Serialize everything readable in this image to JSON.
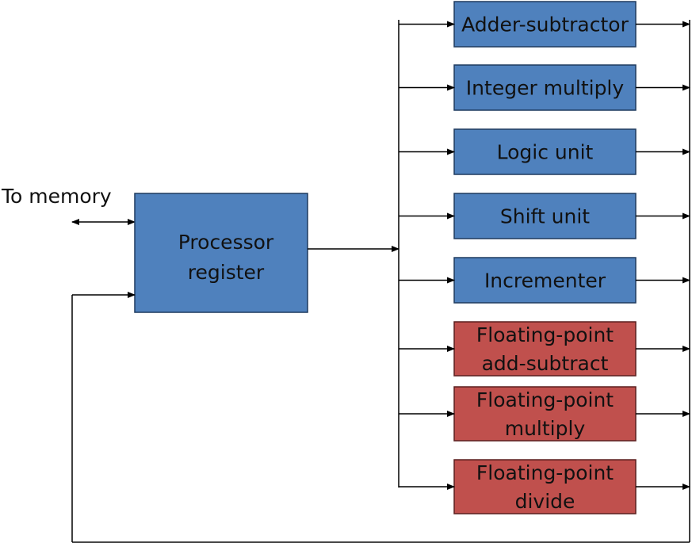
{
  "memory_label": "To memory",
  "register": {
    "lines": [
      "Processor",
      "register"
    ],
    "color": "#4F81BD"
  },
  "units": [
    {
      "lines": [
        "Adder-subtractor"
      ],
      "color": "#4F81BD"
    },
    {
      "lines": [
        "Integer multiply"
      ],
      "color": "#4F81BD"
    },
    {
      "lines": [
        "Logic unit"
      ],
      "color": "#4F81BD"
    },
    {
      "lines": [
        "Shift unit"
      ],
      "color": "#4F81BD"
    },
    {
      "lines": [
        "Incrementer"
      ],
      "color": "#4F81BD"
    },
    {
      "lines": [
        "Floating-point",
        "add-subtract"
      ],
      "color": "#C0504D"
    },
    {
      "lines": [
        "Floating-point",
        "multiply"
      ],
      "color": "#C0504D"
    },
    {
      "lines": [
        "Floating-point",
        "divide"
      ],
      "color": "#C0504D"
    }
  ]
}
